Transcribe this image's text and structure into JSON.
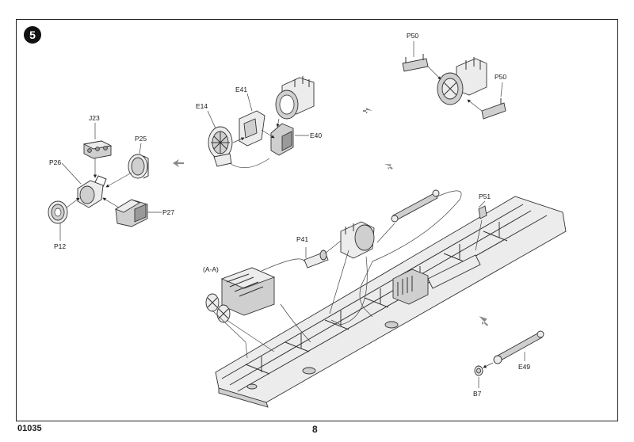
{
  "step": {
    "number": "5"
  },
  "footer": {
    "code": "01035",
    "page": "8"
  },
  "labels": {
    "j23": "J23",
    "p25": "P25",
    "p26": "P26",
    "p27": "P27",
    "p12": "P12",
    "e41": "E41",
    "e14": "E14",
    "e40": "E40",
    "p50_top": "P50",
    "p50_right": "P50",
    "p51": "P51",
    "p41": "P41",
    "aa": "(A-A)",
    "e49": "E49",
    "b7": "B7"
  },
  "icons": [
    "assembly-arrow-icon"
  ]
}
